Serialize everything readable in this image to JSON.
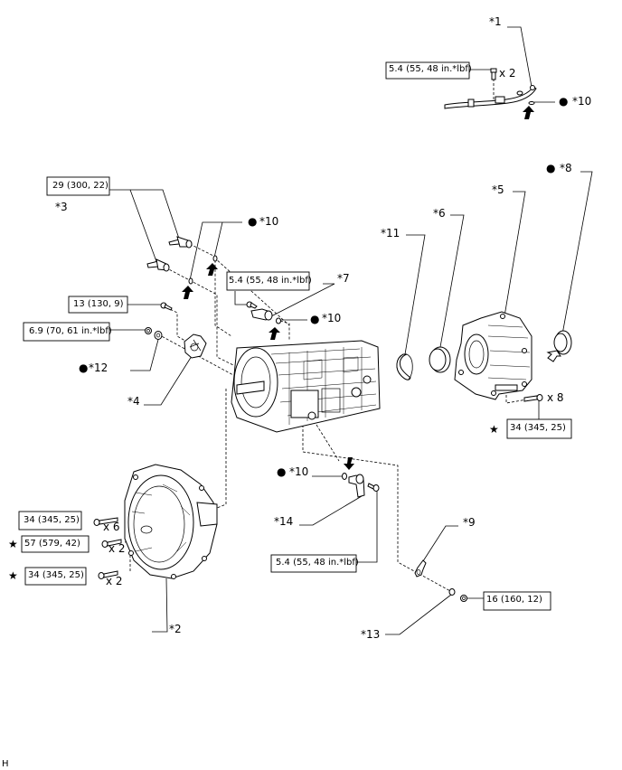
{
  "callouts": {
    "c1": "*1",
    "c2": "*2",
    "c3": "*3",
    "c4": "*4",
    "c5": "*5",
    "c6": "*6",
    "c7": "*7",
    "c8": "*8",
    "c9": "*9",
    "c10": "*10",
    "c11": "*11",
    "c12": "*12",
    "c13": "*13",
    "c14": "*14"
  },
  "torques": {
    "t_54": "5.4 (55, 48 in.*lbf)",
    "t_29": "29 (300, 22)",
    "t_13": "13 (130, 9)",
    "t_69": "6.9 (70, 61 in.*lbf)",
    "t_34": "34 (345, 25)",
    "t_57": "57 (579, 42)",
    "t_16": "16 (160, 12)"
  },
  "quantities": {
    "x2": "x 2",
    "x6": "x 6",
    "x8": "x 8"
  },
  "symbols": {
    "dot": "●",
    "star": "★"
  },
  "corner_mark": "H"
}
